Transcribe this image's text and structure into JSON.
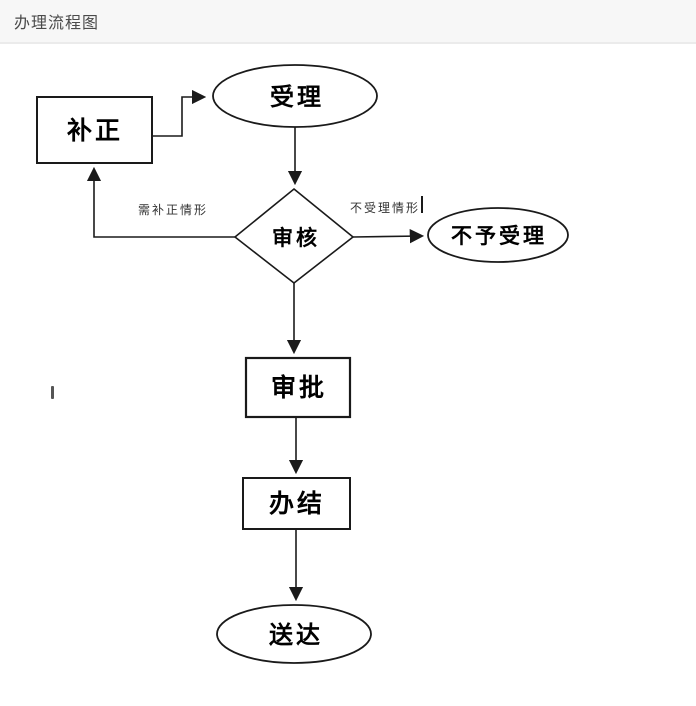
{
  "header": {
    "title": "办理流程图"
  },
  "flowchart": {
    "type": "flowchart",
    "nodes": {
      "accept": {
        "label": "受理",
        "shape": "ellipse"
      },
      "correction": {
        "label": "补正",
        "shape": "rect"
      },
      "review": {
        "label": "审核",
        "shape": "diamond"
      },
      "not_accept": {
        "label": "不予受理",
        "shape": "ellipse"
      },
      "approve": {
        "label": "审批",
        "shape": "rect"
      },
      "complete": {
        "label": "办结",
        "shape": "rect"
      },
      "deliver": {
        "label": "送达",
        "shape": "ellipse"
      }
    },
    "edges": [
      {
        "from": "correction",
        "to": "accept",
        "label": ""
      },
      {
        "from": "accept",
        "to": "review",
        "label": ""
      },
      {
        "from": "review",
        "to": "correction",
        "label": "需补正情形"
      },
      {
        "from": "review",
        "to": "not_accept",
        "label": "不受理情形"
      },
      {
        "from": "review",
        "to": "approve",
        "label": ""
      },
      {
        "from": "approve",
        "to": "complete",
        "label": ""
      },
      {
        "from": "complete",
        "to": "deliver",
        "label": ""
      }
    ],
    "edge_labels": {
      "needs_correction": "需补正情形",
      "not_accepted": "不受理情形"
    },
    "colors": {
      "header_bg": "#f7f7f7",
      "divider": "#ebebeb",
      "line": "#1a1a1a",
      "node_text": "#000000",
      "edge_label_text": "#333333"
    }
  }
}
